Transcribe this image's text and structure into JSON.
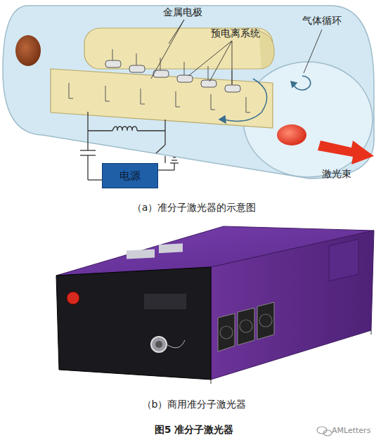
{
  "diagram": {
    "caption": "图5 准分子激光器",
    "nodes": [
      {
        "text": [
          "电源"
        ]
      }
    ],
    "labels": [
      "金属电极",
      "预电离系统",
      "气体循环",
      "激光束",
      "（a）准分子激光器的示意图",
      "（b）商用准分子激光器",
      "AMLetters"
    ]
  }
}
